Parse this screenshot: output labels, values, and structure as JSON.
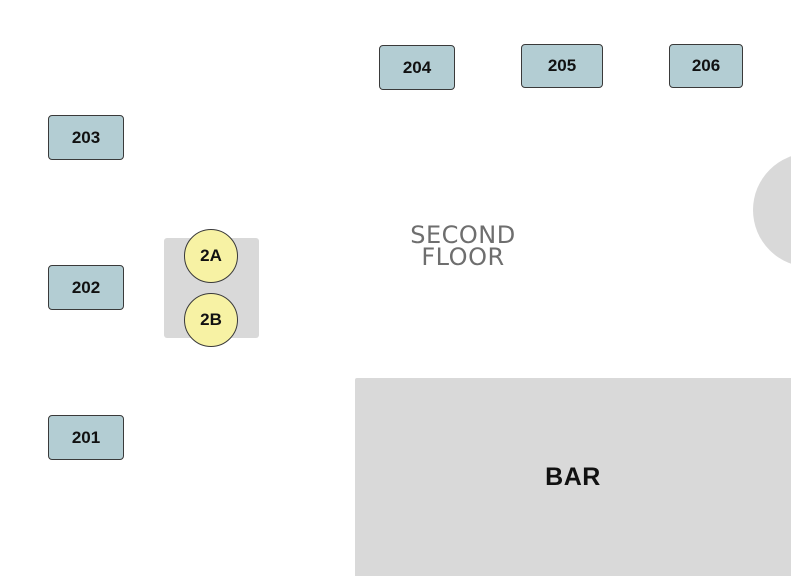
{
  "floor": {
    "label_line1": "SECOND",
    "label_line2": "FLOOR"
  },
  "tables": {
    "t201": "201",
    "t202": "202",
    "t203": "203",
    "t204": "204",
    "t205": "205",
    "t206": "206"
  },
  "booth": {
    "seat_a": "2A",
    "seat_b": "2B"
  },
  "bar": {
    "label": "BAR"
  },
  "colors": {
    "table_fill": "#b3cdd3",
    "seat_fill": "#f7f2a4",
    "area_fill": "#d9d9d9",
    "label_gray": "#6e6e6e"
  }
}
